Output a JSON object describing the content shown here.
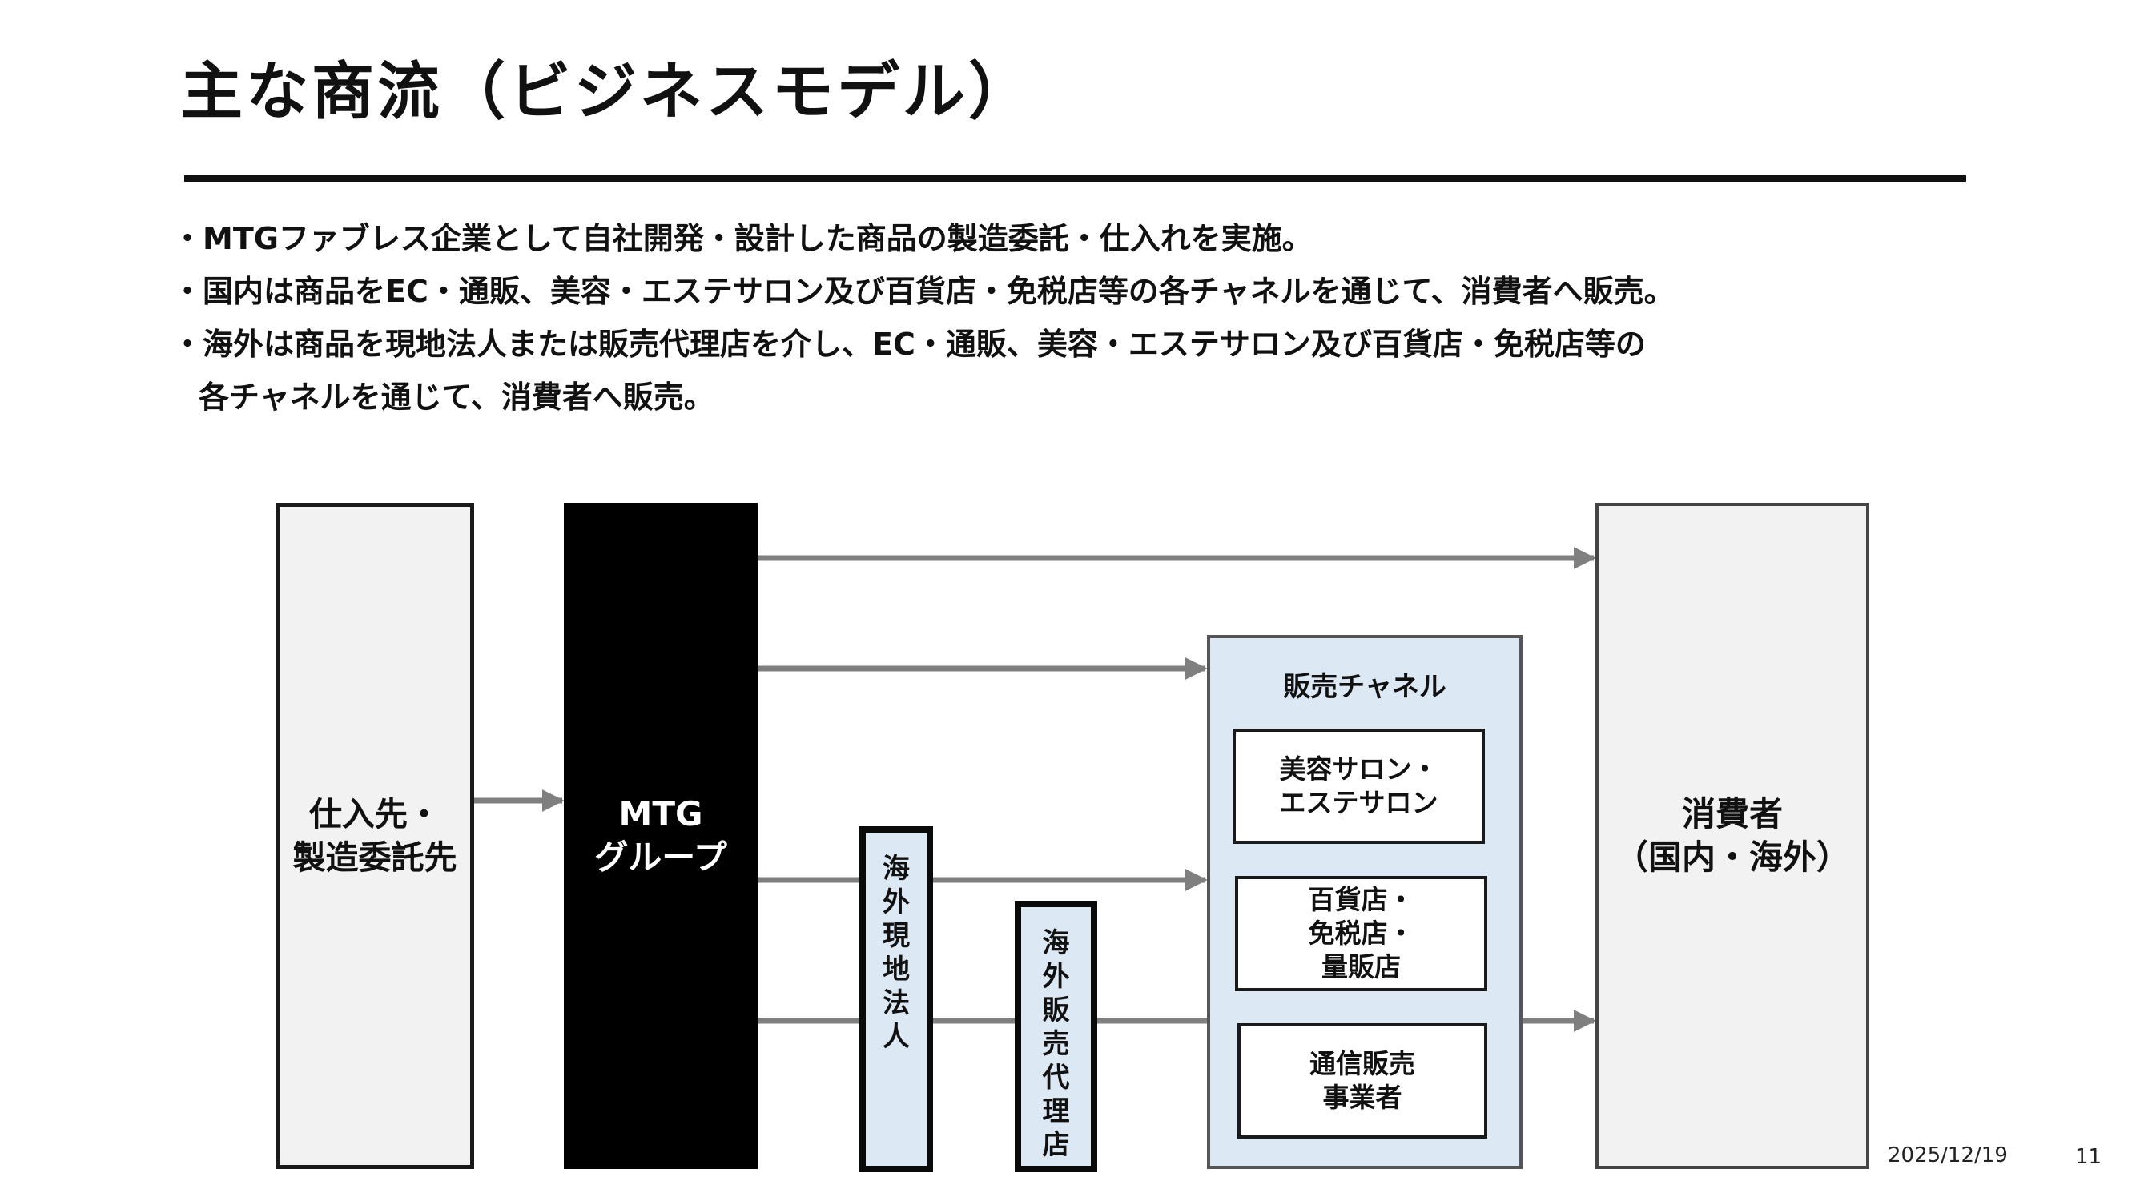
{
  "title": "主な商流（ビジネスモデル）",
  "bullets": {
    "b1": "・MTGファブレス企業として自社開発・設計した商品の製造委託・仕入れを実施。",
    "b2": "・国内は商品をEC・通販、美容・エステサロン及び百貨店・免税店等の各チャネルを通じて、消費者へ販売。",
    "b3": "・海外は商品を現地法人または販売代理店を介し、EC・通販、美容・エステサロン及び百貨店・免税店等の",
    "b3_cont": "各チャネルを通じて、消費者へ販売。"
  },
  "diagram": {
    "supplier": "仕入先・\n製造委託先",
    "mtg": "MTG\nグループ",
    "overseas_subsidiary": "海外現地法人",
    "overseas_agent": "海外販売代理店",
    "channel_title": "販売チャネル",
    "channels": {
      "salon": "美容サロン・\nエステサロン",
      "dept": "百貨店・\n免税店・\n量販店",
      "mail": "通信販売\n事業者"
    },
    "consumer": "消費者\n（国内・海外）"
  },
  "colors": {
    "arrow": "#7f7f7f",
    "mtg_box": "#000000",
    "channel_bg": "#dde8f5",
    "light_box": "#f2f2f2"
  },
  "footer": {
    "date": "2025/12/19",
    "page": "11"
  }
}
